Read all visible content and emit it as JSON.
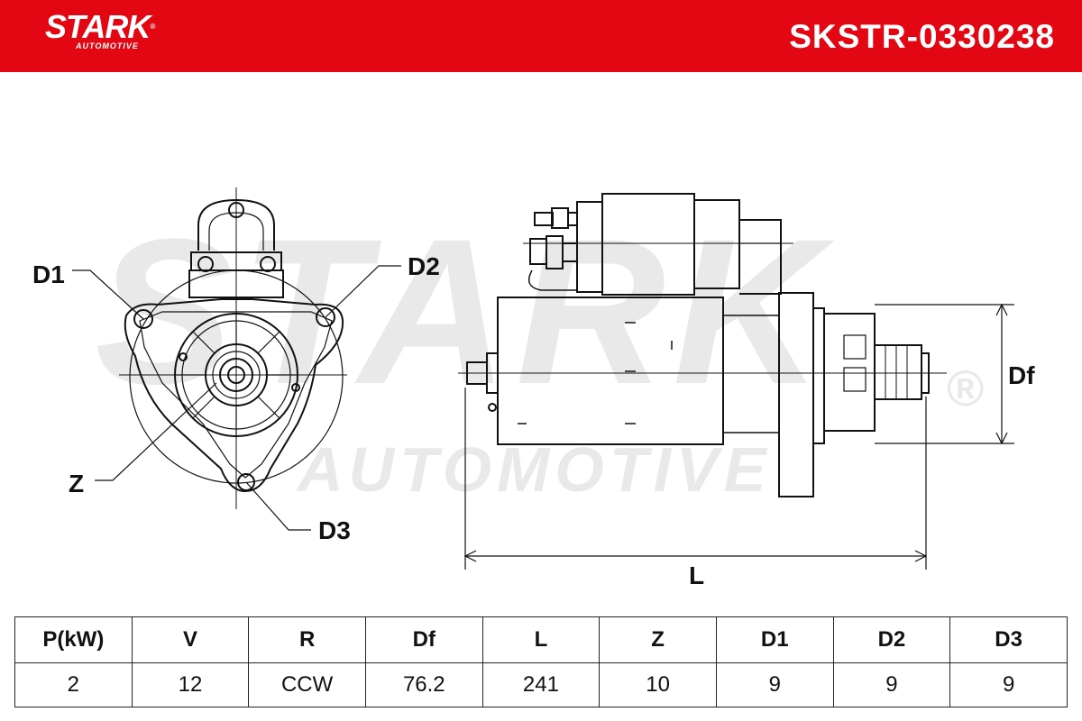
{
  "header": {
    "brand": "STARK",
    "brand_sub": "AUTOMOTIVE",
    "registered": "®",
    "part_number": "SKSTR-0330238",
    "background_color": "#e30613"
  },
  "watermark": {
    "line1": "STARK",
    "line2": "AUTOMOTIVE",
    "registered": "®"
  },
  "diagram_labels": {
    "d1": "D1",
    "d2": "D2",
    "z": "Z",
    "d3": "D3",
    "df": "Df",
    "l": "L"
  },
  "specs": {
    "headers": [
      "P(kW)",
      "V",
      "R",
      "Df",
      "L",
      "Z",
      "D1",
      "D2",
      "D3"
    ],
    "values": [
      "2",
      "12",
      "CCW",
      "76.2",
      "241",
      "10",
      "9",
      "9",
      "9"
    ]
  }
}
